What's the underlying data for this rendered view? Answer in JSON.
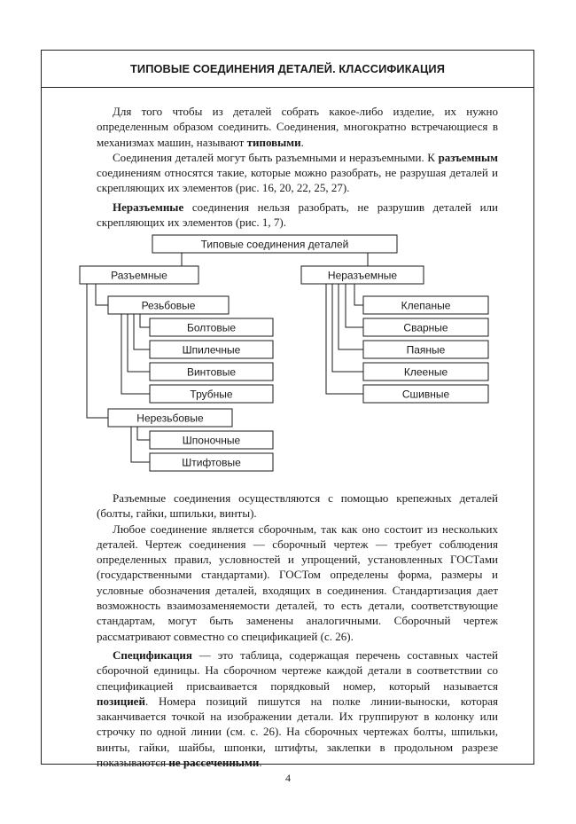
{
  "page": {
    "title": "ТИПОВЫЕ СОЕДИНЕНИЯ ДЕТАЛЕЙ. КЛАССИФИКАЦИЯ",
    "page_number": "4"
  },
  "intro": {
    "p1_a": "Для того чтобы из деталей собрать какое-либо изделие, их нужно определенным образом соединить. Соединения, многократно встречающиеся в механизмах машин, называют ",
    "p1_b": "типовыми",
    "p1_c": ".",
    "p2_a": "Соединения деталей могут быть разъемными и неразъемными. К ",
    "p2_b": "разъемным",
    "p2_c": " соединениям относятся такие, которые можно разобрать, не разрушая деталей и скрепляющих их элементов (рис. 16, 20, 22, 25, 27).",
    "p3_a": "Неразъемные",
    "p3_b": " соединения нельзя разобрать, не разрушив деталей или скрепляющих их элементов (рис. 1, 7)."
  },
  "diagram": {
    "root": "Типовые соединения деталей",
    "detachable": {
      "label": "Разъемные",
      "threaded": {
        "label": "Резьбовые",
        "items": [
          "Болтовые",
          "Шпилечные",
          "Винтовые",
          "Трубные"
        ]
      },
      "non_threaded": {
        "label": "Нерезьбовые",
        "items": [
          "Шпоночные",
          "Штифтовые"
        ]
      }
    },
    "permanent": {
      "label": "Неразъемные",
      "items": [
        "Клепаные",
        "Сварные",
        "Паяные",
        "Клееные",
        "Сшивные"
      ]
    }
  },
  "body": {
    "p4": "Разъемные соединения осуществляются с помощью крепежных деталей (болты, гайки, шпильки, винты).",
    "p5": "Любое соединение является сборочным, так как оно состоит из нескольких деталей. Чертеж соединения — сборочный чертеж — требует соблюдения определенных правил, условностей и упрощений, установленных ГОСТами (государственными стандартами). ГОСТом определены форма, размеры и условные обозначения деталей, входящих в соединения. Стандартизация дает возможность взаимозаменяемости деталей, то есть детали, соответствующие стандартам, могут быть заменены аналогичными. Сборочный чертеж рассматривают совместно со спецификацией (с. 26).",
    "p6_a": "Спецификация",
    "p6_b": " — это таблица, содержащая перечень составных частей сборочной единицы. На сборочном чертеже каждой детали в соответствии со спецификацией присваивается порядковый номер, который называется ",
    "p6_c": "позицией",
    "p6_d": ". Номера позиций пишутся на полке линии-выноски, которая заканчивается точкой на изображении детали. Их группируют в колонку или строчку по одной линии (см. с. 26). На сборочных чертежах болты, шпильки, винты, гайки, шайбы, шпонки, штифты, заклепки в продольном разрезе показываются ",
    "p6_e": "не рассеченными",
    "p6_f": "."
  }
}
